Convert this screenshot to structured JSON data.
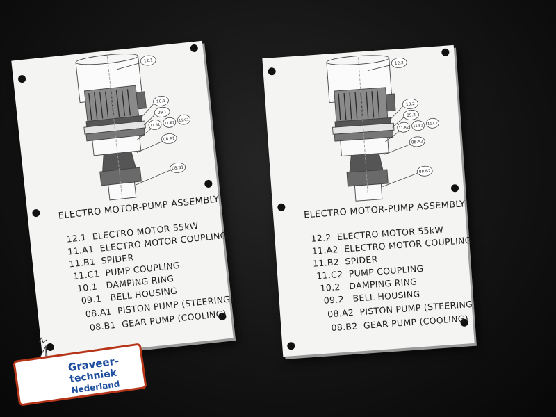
{
  "plates": [
    {
      "title": "ELECTRO MOTOR-PUMP ASSEMBLY",
      "callouts": [
        "12.1",
        "10.1",
        "09.1",
        "11.A1",
        "11.B1",
        "11.C1",
        "08.A1",
        "08.B1"
      ],
      "items": [
        {
          "code": "12.1",
          "label": "ELECTRO MOTOR 55kW"
        },
        {
          "code": "11.A1",
          "label": "ELECTRO MOTOR COUPLING"
        },
        {
          "code": "11.B1",
          "label": "SPIDER"
        },
        {
          "code": "11.C1",
          "label": "PUMP COUPLING"
        },
        {
          "code": "10.1",
          "label": "DAMPING RING"
        },
        {
          "code": "09.1",
          "label": "BELL HOUSING"
        },
        {
          "code": "08.A1",
          "label": "PISTON PUMP (STEERING)"
        },
        {
          "code": "08.B1",
          "label": "GEAR PUMP (COOLING)"
        }
      ]
    },
    {
      "title": "ELECTRO MOTOR-PUMP ASSEMBLY",
      "callouts": [
        "12.2",
        "10.2",
        "09.2",
        "11.A2",
        "11.B2",
        "11.C2",
        "08.A2",
        "08.B2"
      ],
      "items": [
        {
          "code": "12.2",
          "label": "ELECTRO MOTOR 55kW"
        },
        {
          "code": "11.A2",
          "label": "ELECTRO MOTOR COUPLING"
        },
        {
          "code": "11.B2",
          "label": "SPIDER"
        },
        {
          "code": "11.C2",
          "label": "PUMP COUPLING"
        },
        {
          "code": "10.2",
          "label": "DAMPING RING"
        },
        {
          "code": "09.2",
          "label": "BELL HOUSING"
        },
        {
          "code": "08.A2",
          "label": "PISTON PUMP (STEERING)"
        },
        {
          "code": "08.B2",
          "label": "GEAR PUMP (COOLING)"
        }
      ]
    }
  ],
  "logo": {
    "line1": "Graveer-",
    "line2": "techniek",
    "line3": "Nederland"
  }
}
